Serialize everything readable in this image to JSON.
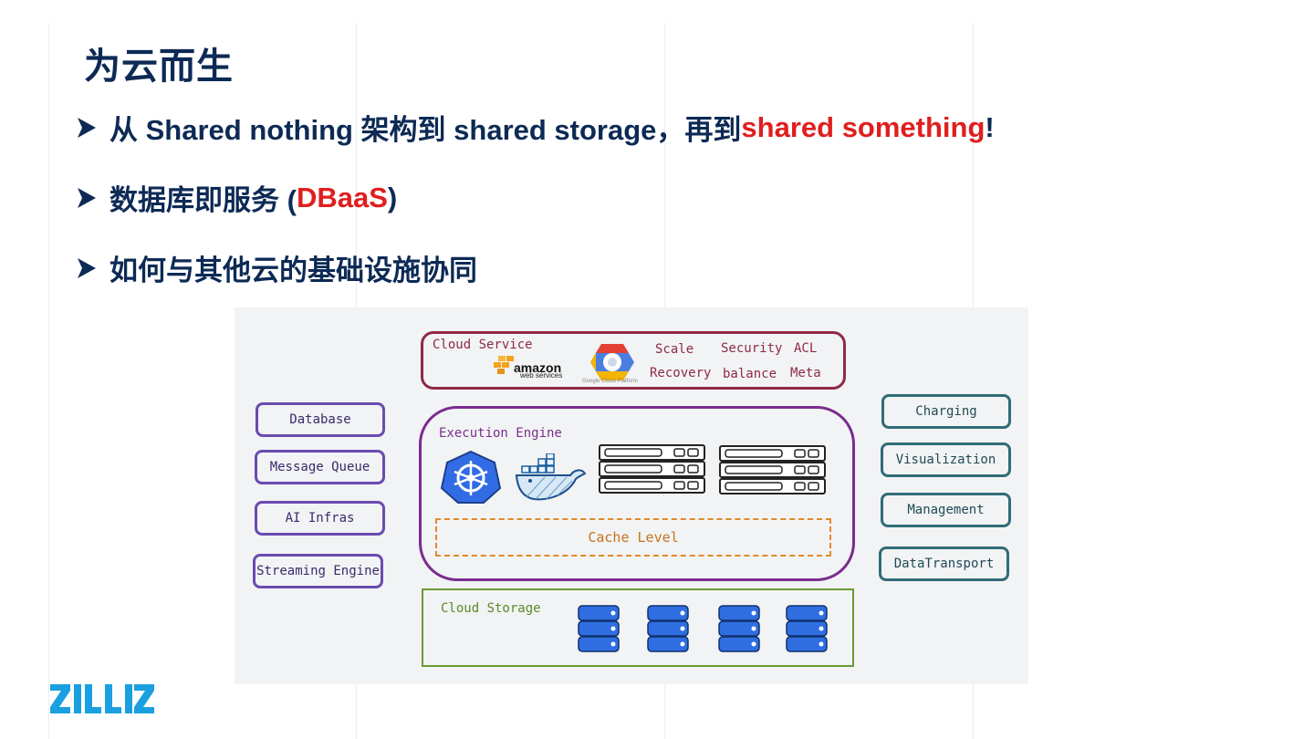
{
  "title": "为云而生",
  "bullets": [
    {
      "prefix": "从 Shared nothing 架构到 shared storage，再到 ",
      "highlight": "shared something",
      "suffix": "!"
    },
    {
      "prefix": "数据库即服务 (",
      "highlight": "DBaaS",
      "suffix": ")"
    },
    {
      "prefix": "如何与其他云的基础设施协同",
      "highlight": "",
      "suffix": ""
    }
  ],
  "diagram": {
    "cloud_service": {
      "label": "Cloud Service",
      "aws": "amazon",
      "aws_sub": "web services",
      "gcp_sub": "Google Cloud Platform",
      "features": [
        "Scale",
        "Security",
        "ACL",
        "Recovery",
        "balance",
        "Meta"
      ]
    },
    "execution_engine": {
      "label": "Execution Engine",
      "cache": "Cache Level"
    },
    "cloud_storage": {
      "label": "Cloud Storage"
    },
    "left_boxes": [
      "Database",
      "Message Queue",
      "AI Infras",
      "Streaming Engine"
    ],
    "right_boxes": [
      "Charging",
      "Visualization",
      "Management",
      "DataTransport"
    ]
  },
  "logo": "ZILLIZ",
  "colors": {
    "navy": "#0d2a55",
    "accent_red": "#e01e1e",
    "logo_blue": "#1aa0e0"
  }
}
